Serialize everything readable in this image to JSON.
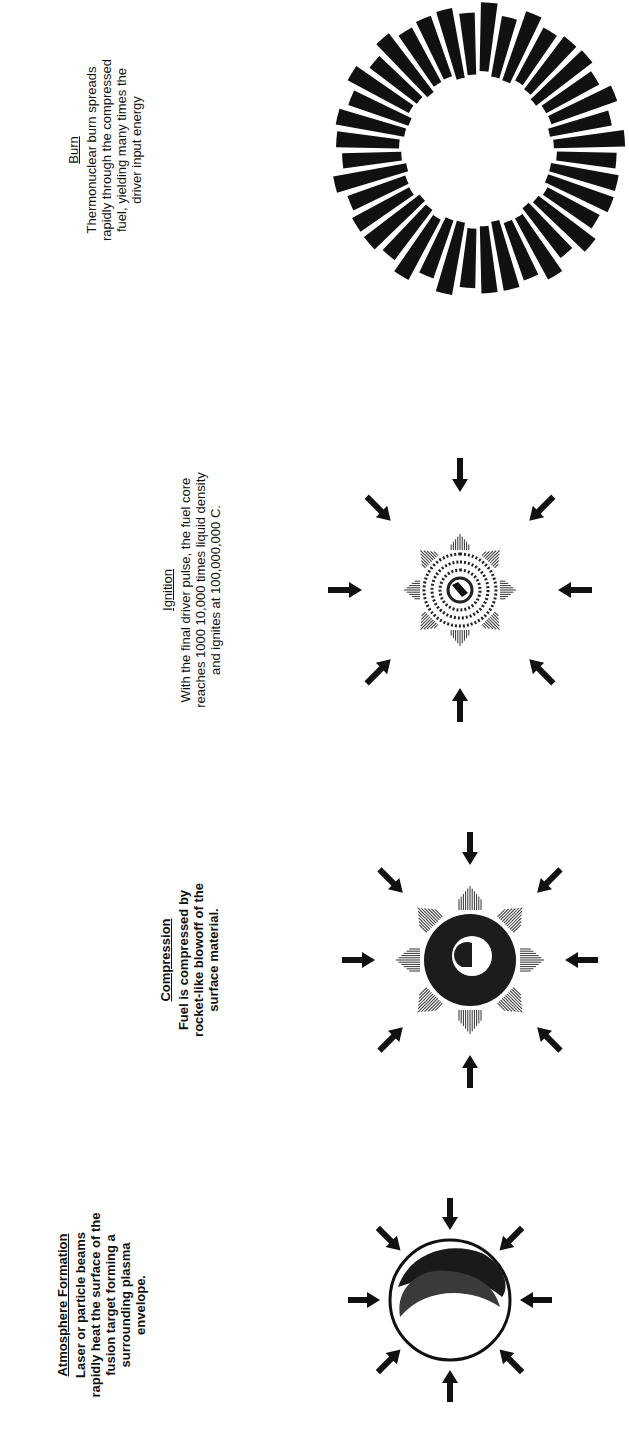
{
  "diagram": {
    "labels": [
      "Atmosphere Formation",
      "Laser or particle beams rapidly heat the surface of the fusion target forming a surrounding plasma envelope.",
      "Compression",
      "Fuel is compressed by rocket-like blowoff of the surface material.",
      "Ignition",
      "With the final driver pulse, the fuel core reaches 1000 10,000 times liquid density and ignites at 100,000,000 C.",
      "Burn",
      "Thermonuclear burn spreads rapidly through the compressed fuel, yielding many times the driver input energy"
    ]
  }
}
